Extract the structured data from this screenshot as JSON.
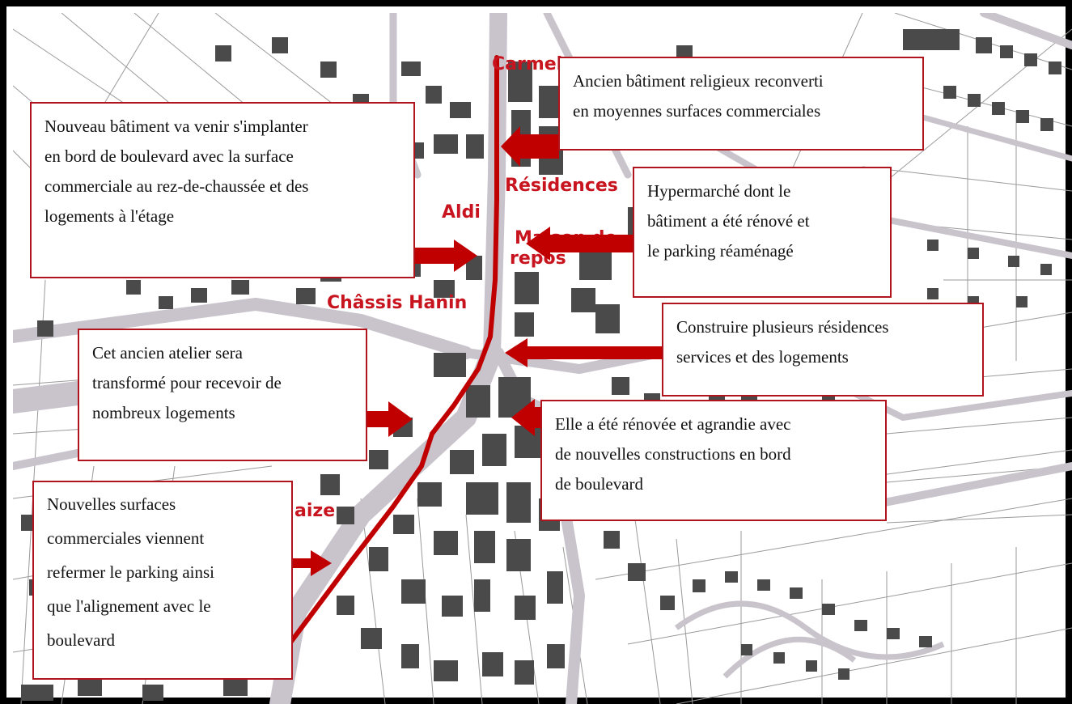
{
  "map": {
    "colors": {
      "boulevard": "#c00000",
      "arrow": "#c00000",
      "label": "#c8141e",
      "callout_border": "#b0141c",
      "road": "#c9c4cc",
      "building": "#4a4a4a",
      "parcel_line": "#9a9a9a"
    },
    "place_labels": [
      {
        "id": "carmel",
        "text": "Carmel"
      },
      {
        "id": "residences",
        "text": "Résidences"
      },
      {
        "id": "aldi",
        "text": "Aldi"
      },
      {
        "id": "maison-de-repos-1",
        "text": "Maison de"
      },
      {
        "id": "maison-de-repos-2",
        "text": "repos"
      },
      {
        "id": "chassis-hanin",
        "text": "Châssis Hanin"
      },
      {
        "id": "laize",
        "text": "aize"
      }
    ],
    "callouts": [
      {
        "id": "carmel",
        "lines": [
          "Ancien bâtiment religieux reconverti",
          "en moyennes surfaces commerciales"
        ]
      },
      {
        "id": "aldi",
        "lines": [
          "Nouveau bâtiment va venir s'implanter",
          "en bord de boulevard avec la surface",
          "commerciale au rez-de-chaussée et des",
          "logements à l'étage"
        ]
      },
      {
        "id": "hypermarche",
        "lines": [
          "Hypermarché dont le",
          "bâtiment a été rénové et",
          "le parking réaménagé"
        ]
      },
      {
        "id": "residences",
        "lines": [
          "Construire plusieurs résidences",
          "services et des logements"
        ]
      },
      {
        "id": "atelier",
        "lines": [
          "Cet ancien atelier sera",
          "transformé pour recevoir de",
          "nombreux logements"
        ]
      },
      {
        "id": "centre",
        "lines": [
          "Elle a été rénovée et agrandie avec",
          "de nouvelles constructions en bord",
          "de boulevard"
        ]
      },
      {
        "id": "commerces",
        "lines": [
          "Nouvelles surfaces",
          "commerciales viennent",
          "refermer le parking ainsi",
          "que l'alignement avec le",
          "boulevard"
        ]
      }
    ]
  }
}
